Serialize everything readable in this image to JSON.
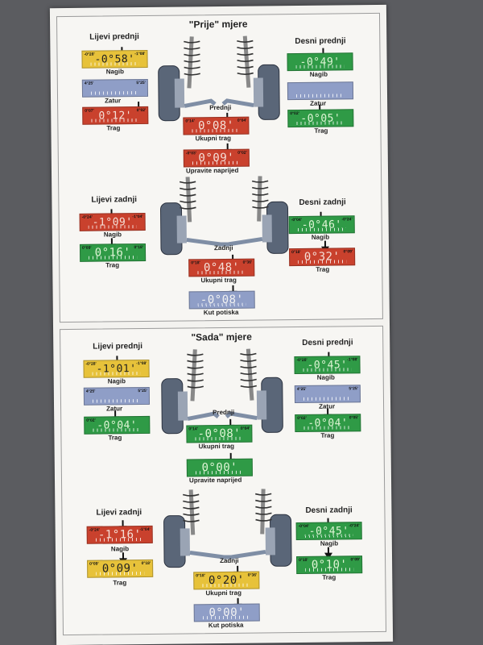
{
  "colors": {
    "red": "#c9412d",
    "green": "#2f9a46",
    "yellow": "#e7c23a",
    "blue": "#8f9ec7"
  },
  "before": {
    "title": "\"Prije\" mjere",
    "front_left": {
      "label": "Lijevi prednji",
      "camber": {
        "label": "Nagib",
        "value": "-0°58'",
        "min": "-0°28'",
        "max": "-1°08'",
        "status": "yellow"
      },
      "caster": {
        "label": "Zatur",
        "value": "",
        "min": "4°25'",
        "max": "5°25'",
        "status": "blue"
      },
      "toe": {
        "label": "Trag",
        "value": "0°12'",
        "min": "0°07'",
        "max": "0°02'",
        "status": "red"
      }
    },
    "front_right": {
      "label": "Desni prednji",
      "camber": {
        "label": "Nagib",
        "value": "-0°49'",
        "min": "",
        "max": "",
        "status": "green"
      },
      "caster": {
        "label": "Zatur",
        "value": "",
        "min": "",
        "max": "",
        "status": "blue"
      },
      "toe": {
        "label": "Trag",
        "value": "-0°05'",
        "min": "0°02'",
        "max": "",
        "status": "green"
      }
    },
    "front_center": {
      "label": "Prednji"
    },
    "front_total_toe": {
      "label": "Ukupni trag",
      "value": "0°08'",
      "min": "0°14'",
      "max": "0°04'",
      "status": "red"
    },
    "steer_ahead": {
      "label": "Upravite naprijed",
      "value": "0°09'",
      "min": "-0°03'",
      "max": "0°02'",
      "status": "red"
    },
    "rear_left": {
      "label": "Lijevi zadnji",
      "camber": {
        "label": "Nagib",
        "value": "-1°09'",
        "min": "-0°24'",
        "max": "-1°04'",
        "status": "red"
      },
      "toe": {
        "label": "Trag",
        "value": "0°16'",
        "min": "0°09'",
        "max": "0°18'",
        "status": "green"
      }
    },
    "rear_right": {
      "label": "Desni zadnji",
      "camber": {
        "label": "Nagib",
        "value": "-0°46'",
        "min": "-0°04'",
        "max": "-0°24'",
        "status": "green"
      },
      "toe": {
        "label": "Trag",
        "value": "0°32'",
        "min": "0°18'",
        "max": "0°09'",
        "status": "red"
      }
    },
    "rear_center": {
      "label": "Zadnji"
    },
    "rear_total_toe": {
      "label": "Ukupni trag",
      "value": "0°48'",
      "min": "0°18'",
      "max": "0°36'",
      "status": "red"
    },
    "thrust": {
      "label": "Kut potiska",
      "value": "-0°08'",
      "min": "",
      "max": "",
      "status": "blue"
    }
  },
  "after": {
    "title": "\"Sada\" mjere",
    "front_left": {
      "label": "Lijevi prednji",
      "camber": {
        "label": "Nagib",
        "value": "-1°01'",
        "min": "-0°28'",
        "max": "-1°08'",
        "status": "yellow"
      },
      "caster": {
        "label": "Zatur",
        "value": "",
        "min": "4°25'",
        "max": "5°25'",
        "status": "blue"
      },
      "toe": {
        "label": "Trag",
        "value": "-0°04'",
        "min": "0°02'",
        "max": "",
        "status": "green"
      }
    },
    "front_right": {
      "label": "Desni prednji",
      "camber": {
        "label": "Nagib",
        "value": "-0°45'",
        "min": "-0°28'",
        "max": "-1°08'",
        "status": "green"
      },
      "caster": {
        "label": "Zatur",
        "value": "",
        "min": "4°25'",
        "max": "5°25'",
        "status": "blue"
      },
      "toe": {
        "label": "Trag",
        "value": "-0°04'",
        "min": "0°02'",
        "max": "0°05'",
        "status": "green"
      }
    },
    "front_center": {
      "label": "Prednji"
    },
    "front_total_toe": {
      "label": "Ukupni trag",
      "value": "-0°08'",
      "min": "0°14'",
      "max": "0°04'",
      "status": "green"
    },
    "steer_ahead": {
      "label": "Upravite naprijed",
      "value": "0°00'",
      "min": "",
      "max": "",
      "status": "green"
    },
    "rear_left": {
      "label": "Lijevi zadnji",
      "camber": {
        "label": "Nagib",
        "value": "-1°16'",
        "min": "-0°24'",
        "max": "-1°04'",
        "status": "red"
      },
      "toe": {
        "label": "Trag",
        "value": "0°09'",
        "min": "0°09'",
        "max": "0°18'",
        "status": "yellow"
      }
    },
    "rear_right": {
      "label": "Desni zadnji",
      "camber": {
        "label": "Nagib",
        "value": "-0°45'",
        "min": "-0°04'",
        "max": "-0°24'",
        "status": "green"
      },
      "toe": {
        "label": "Trag",
        "value": "0°10'",
        "min": "0°18'",
        "max": "0°09'",
        "status": "green"
      }
    },
    "rear_center": {
      "label": "Zadnji"
    },
    "rear_total_toe": {
      "label": "Ukupni trag",
      "value": "0°20'",
      "min": "0°18'",
      "max": "0°36'",
      "status": "yellow"
    },
    "thrust": {
      "label": "Kut potiska",
      "value": "0°00'",
      "min": "",
      "max": "",
      "status": "blue"
    }
  }
}
